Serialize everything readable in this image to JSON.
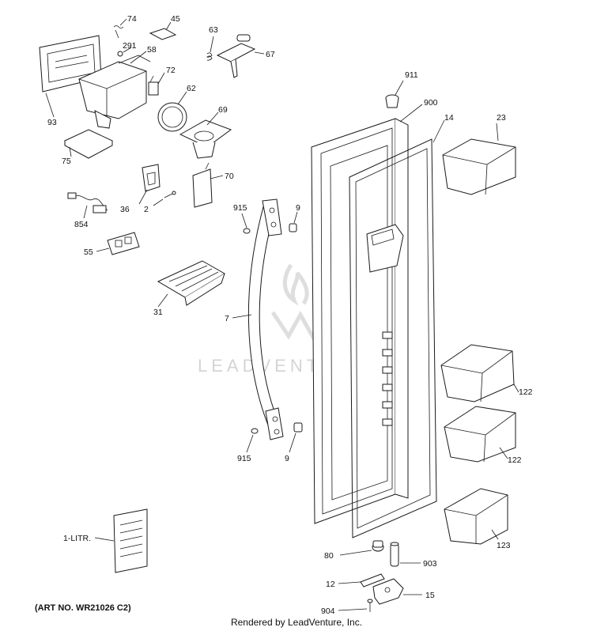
{
  "callouts": {
    "c74": "74",
    "c45": "45",
    "c291": "291",
    "c58": "58",
    "c63": "63",
    "c67": "67",
    "c72": "72",
    "c62": "62",
    "c93": "93",
    "c69": "69",
    "c75": "75",
    "c70": "70",
    "c36": "36",
    "c2": "2",
    "c854": "854",
    "c55": "55",
    "c31": "31",
    "c7": "7",
    "c915a": "915",
    "c9a": "9",
    "c915b": "915",
    "c9b": "9",
    "c911": "911",
    "c900": "900",
    "c14": "14",
    "c23": "23",
    "c122a": "122",
    "c122b": "122",
    "c123": "123",
    "c1litr": "1-LITR.",
    "c80": "80",
    "c903": "903",
    "c12": "12",
    "c15": "15",
    "c904": "904"
  },
  "watermark": {
    "text": "LEADVENTURE"
  },
  "footer": {
    "art_no": "(ART NO. WR21026 C2)",
    "rendered_by": "Rendered by LeadVenture, Inc."
  }
}
